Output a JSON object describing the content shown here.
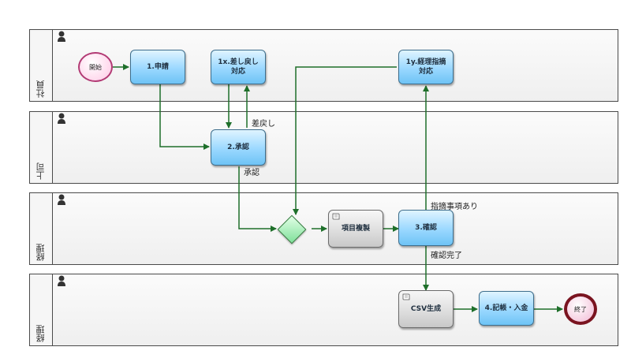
{
  "lanes": [
    {
      "label": "社員"
    },
    {
      "label": "上司"
    },
    {
      "label": "経理"
    },
    {
      "label": "経理"
    }
  ],
  "events": {
    "start": "開始",
    "end": "終了"
  },
  "tasks": {
    "apply": "1.申請",
    "remand": "1x.差し戻し\n対応",
    "audit_fix": "1y.経理指摘\n対応",
    "approve": "2.承認",
    "copy_items": "項目複製",
    "confirm": "3.確認",
    "csv": "CSV生成",
    "record": "4.記帳・入金"
  },
  "flow_labels": {
    "remanded": "差戻し",
    "approved": "承認",
    "issue_found": "指摘事項あり",
    "confirmed": "確認完了"
  },
  "colors": {
    "flow": "#1e6f2a",
    "task_blue": "#9ad8ff",
    "task_grey": "#dcdcdc",
    "start_event": "#ffd3ea",
    "end_event": "#7a1420",
    "gateway": "#7fe09a"
  }
}
